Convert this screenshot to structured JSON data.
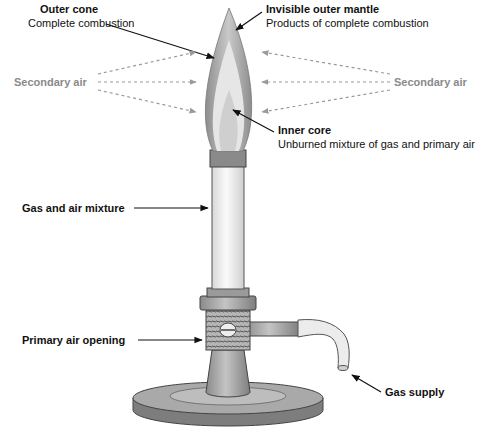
{
  "diagram": {
    "labels": [
      "Outer cone",
      "Complete combustion",
      "Invisible outer mantle",
      "Products of complete combustion",
      "Secondary air",
      "Secondary air",
      "Inner core",
      "Unburned mixture of gas and primary air",
      "Gas and air mixture",
      "Primary air opening",
      "Gas supply"
    ]
  }
}
